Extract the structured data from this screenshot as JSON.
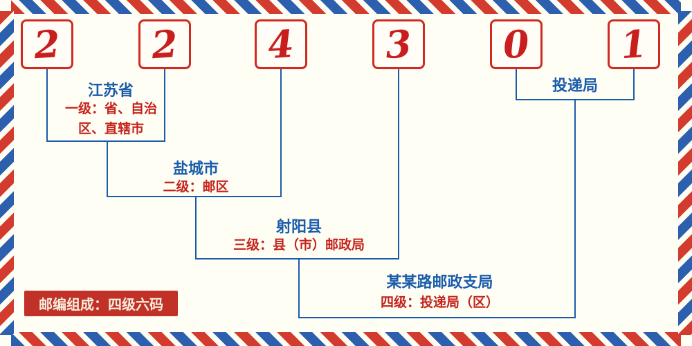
{
  "postal_code": {
    "digits": [
      "2",
      "2",
      "4",
      "3",
      "0",
      "1"
    ]
  },
  "levels": [
    {
      "name": "江苏省",
      "desc": "一级：省、自治区、直辖市"
    },
    {
      "name": "盐城市",
      "desc": "二级：邮区"
    },
    {
      "name": "射阳县",
      "desc": "三级：县（市）邮政局"
    },
    {
      "name": "某某路邮政支局",
      "desc": "四级：投递局（区）"
    },
    {
      "name": "投递局"
    }
  ],
  "footer": {
    "composition": "邮编组成：四级六码"
  },
  "colors": {
    "digit_red": "#c81e1e",
    "line_blue": "#1a5cab",
    "badge_red": "#c23128",
    "stripe_red": "#d23b2e",
    "stripe_blue": "#2c5fae",
    "background": "#fffef4"
  }
}
